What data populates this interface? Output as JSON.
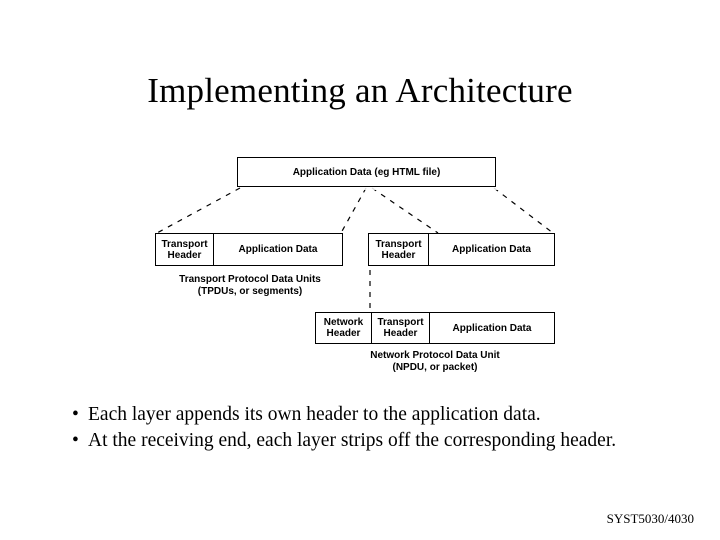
{
  "slide": {
    "title": "Implementing an Architecture",
    "footer": "SYST5030/4030",
    "background_color": "#ffffff",
    "text_color": "#000000"
  },
  "diagram": {
    "name": "protocol-encapsulation-diagram",
    "rows": [
      {
        "id": "application-layer",
        "boxes": [
          {
            "id": "application-data-box",
            "fields": [
              {
                "id": "application-data",
                "label": "Application Data (eg HTML file)"
              }
            ]
          }
        ]
      },
      {
        "id": "transport-layer",
        "caption": "Transport Protocol Data Units\n(TPDUs, or segments)",
        "boxes": [
          {
            "id": "tpdu-box-left",
            "fields": [
              {
                "id": "transport-header",
                "label": "Transport\nHeader"
              },
              {
                "id": "application-data",
                "label": "Application Data"
              }
            ]
          },
          {
            "id": "tpdu-box-right",
            "fields": [
              {
                "id": "transport-header",
                "label": "Transport\nHeader"
              },
              {
                "id": "application-data",
                "label": "Application Data"
              }
            ]
          }
        ]
      },
      {
        "id": "network-layer",
        "caption": "Network Protocol Data Unit\n(NPDU, or packet)",
        "boxes": [
          {
            "id": "npdu-box",
            "fields": [
              {
                "id": "network-header",
                "label": "Network\nHeader"
              },
              {
                "id": "transport-header",
                "label": "Transport\nHeader"
              },
              {
                "id": "application-data",
                "label": "Application Data"
              }
            ]
          }
        ]
      }
    ]
  },
  "bullets": [
    "Each layer appends its own header to the application data.",
    "At the receiving end, each layer strips off the corresponding header.",
    "•"
  ],
  "bullet_marker": "•"
}
